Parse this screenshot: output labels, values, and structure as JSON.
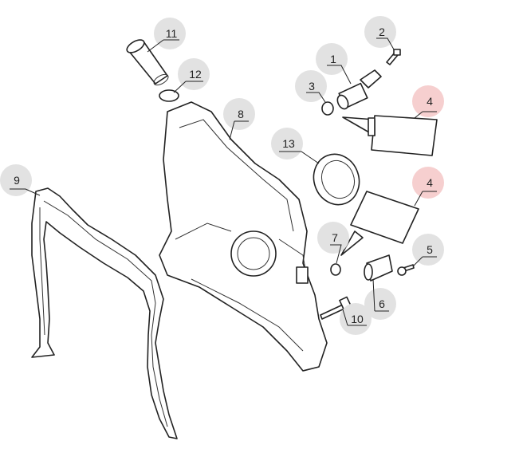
{
  "diagram": {
    "colors": {
      "bubble": "#e2e2e2",
      "bubble_highlight": "#f6cfcf",
      "line": "#222222"
    },
    "callouts": [
      {
        "id": "11",
        "part": "crankshaft-position-sensor-plug",
        "highlight": false
      },
      {
        "id": "12",
        "part": "o-ring",
        "highlight": false
      },
      {
        "id": "2",
        "part": "bolt",
        "highlight": false
      },
      {
        "id": "1",
        "part": "sensor",
        "highlight": false
      },
      {
        "id": "3",
        "part": "o-ring",
        "highlight": false
      },
      {
        "id": "4",
        "part": "sealant-tube",
        "highlight": true
      },
      {
        "id": "8",
        "part": "timing-cover",
        "highlight": false
      },
      {
        "id": "13",
        "part": "oil-seal",
        "highlight": false
      },
      {
        "id": "4",
        "part": "sealant-tube",
        "highlight": true
      },
      {
        "id": "9",
        "part": "gasket",
        "highlight": false
      },
      {
        "id": "7",
        "part": "o-ring",
        "highlight": false
      },
      {
        "id": "5",
        "part": "bolt",
        "highlight": false
      },
      {
        "id": "6",
        "part": "sensor",
        "highlight": false
      },
      {
        "id": "10",
        "part": "bolt",
        "highlight": false
      }
    ]
  }
}
